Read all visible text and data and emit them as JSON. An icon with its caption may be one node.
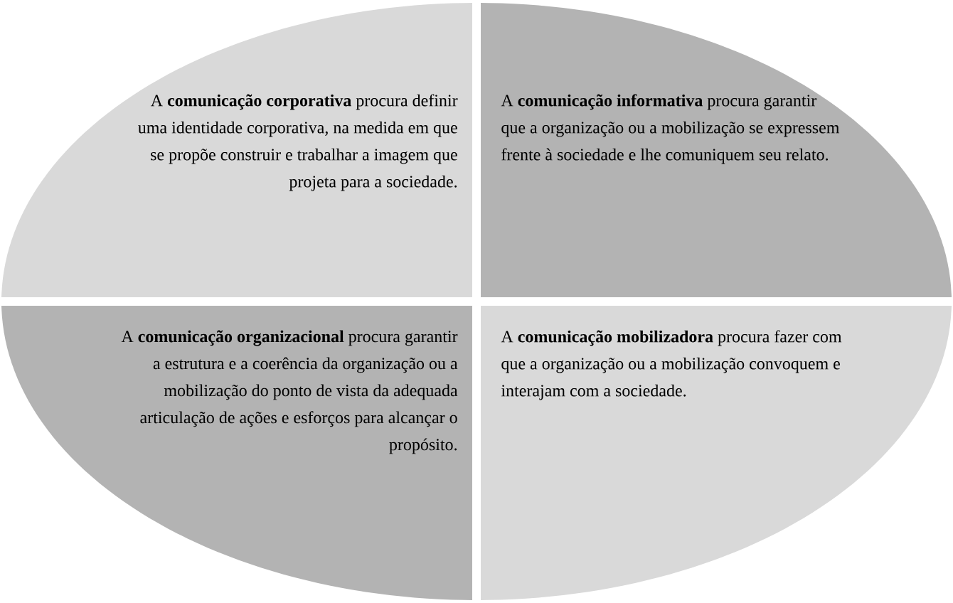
{
  "diagram": {
    "nodes": [
      {
        "text": [
          "A **comunicação corporativa** procura definir uma identidade corporativa, na medida em que se propõe construir e trabalhar a imagem que projeta para a sociedade."
        ]
      },
      {
        "text": [
          "A **comunicação informativa** procura garantir que a organização ou a mobilização se expressem frente à sociedade e lhe comuniquem seu relato."
        ]
      },
      {
        "text": [
          "A **comunicação organizacional** procura garantir a estrutura e a coerência da organização ou a mobilização do ponto de vista da adequada articulação de ações e esforços para alcançar o propósito."
        ]
      },
      {
        "text": [
          "A **comunicação mobilizadora** procura fazer com que a organização ou a mobilização convoquem e interajam com a sociedade."
        ]
      }
    ]
  }
}
